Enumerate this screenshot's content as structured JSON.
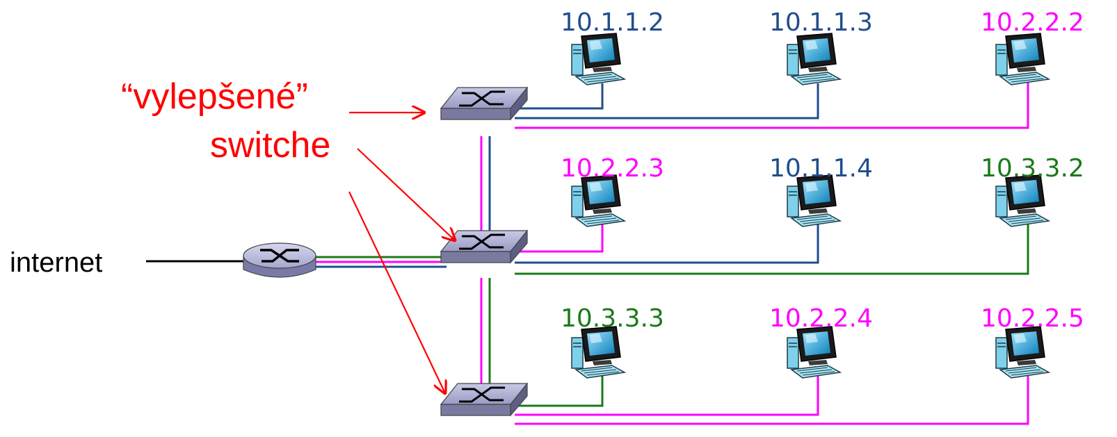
{
  "colors": {
    "blue": "#1f4e8c",
    "magenta": "#ff00ff",
    "green": "#1a7a1a",
    "annotation": "#ff0000"
  },
  "annotation": {
    "line1": "“vylepšené”",
    "line2": "switche"
  },
  "internet_label": "internet",
  "hosts": [
    {
      "ip": "10.1.1.2",
      "color": "blue"
    },
    {
      "ip": "10.1.1.3",
      "color": "blue"
    },
    {
      "ip": "10.2.2.2",
      "color": "magenta"
    },
    {
      "ip": "10.2.2.3",
      "color": "magenta"
    },
    {
      "ip": "10.1.1.4",
      "color": "blue"
    },
    {
      "ip": "10.3.3.2",
      "color": "green"
    },
    {
      "ip": "10.3.3.3",
      "color": "green"
    },
    {
      "ip": "10.2.2.4",
      "color": "magenta"
    },
    {
      "ip": "10.2.2.5",
      "color": "magenta"
    }
  ],
  "icons": {
    "router": "router-icon",
    "switch": "switch-icon",
    "computer": "computer-icon"
  }
}
